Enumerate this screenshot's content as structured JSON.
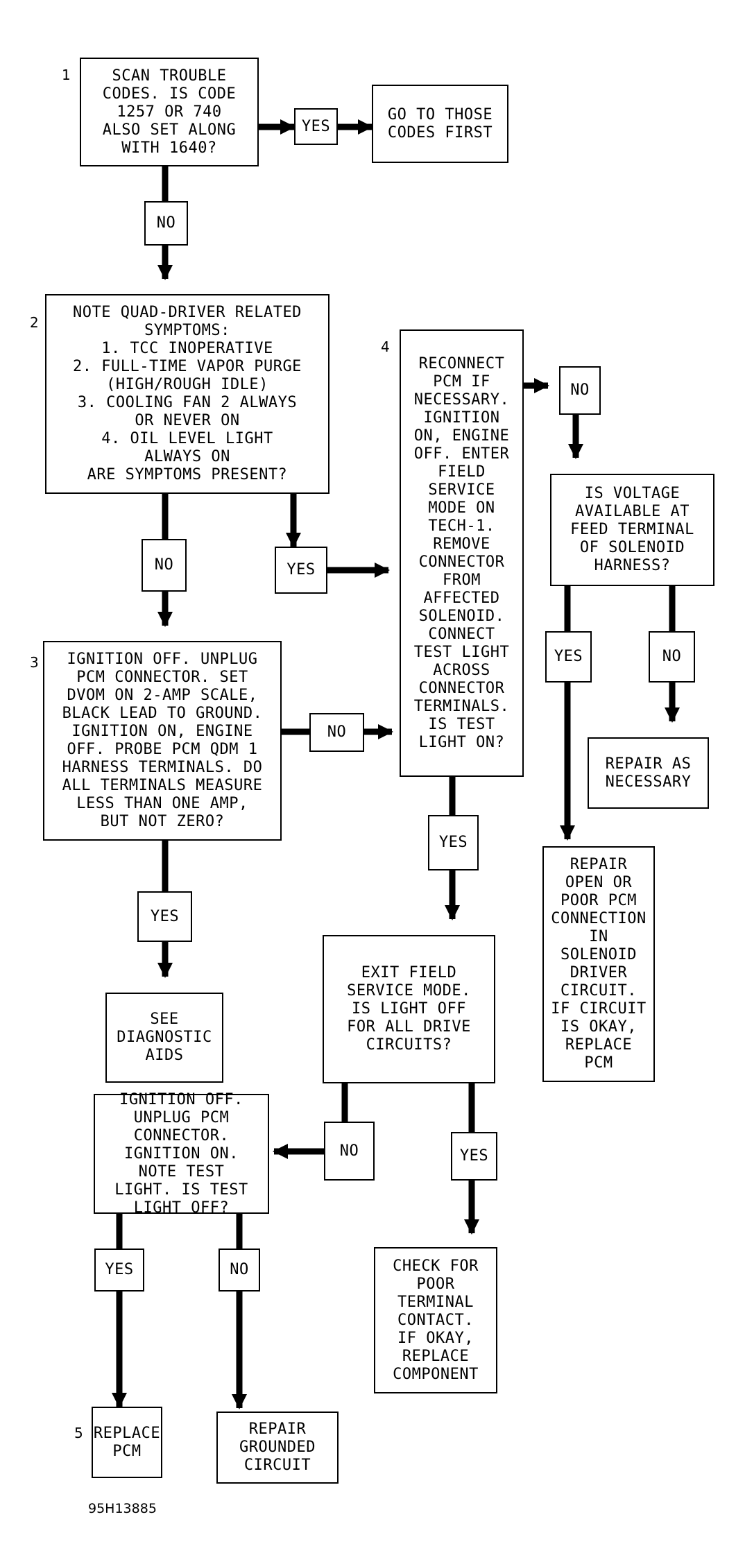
{
  "step_numbers": {
    "s1": "1",
    "s2": "2",
    "s3": "3",
    "s4": "4",
    "s5": "5"
  },
  "boxes": {
    "step1": "SCAN TROUBLE\nCODES. IS CODE\n1257 OR 740\nALSO SET ALONG\nWITH 1640?",
    "yes_1": "YES",
    "go_codes": "GO TO THOSE\nCODES FIRST",
    "no_1": "NO",
    "step2": "NOTE QUAD-DRIVER RELATED\nSYMPTOMS:\n1. TCC INOPERATIVE\n2. FULL-TIME VAPOR PURGE\n(HIGH/ROUGH IDLE)\n3. COOLING FAN 2 ALWAYS\nOR NEVER ON\n4. OIL LEVEL LIGHT\nALWAYS ON\nARE SYMPTOMS PRESENT?",
    "no_2": "NO",
    "yes_2": "YES",
    "step3": "IGNITION OFF. UNPLUG\nPCM CONNECTOR. SET\nDVOM ON 2-AMP SCALE,\nBLACK LEAD TO GROUND.\nIGNITION ON, ENGINE\nOFF. PROBE PCM QDM 1\nHARNESS TERMINALS. DO\nALL TERMINALS MEASURE\nLESS THAN ONE AMP,\nBUT NOT ZERO?",
    "no_3": "NO",
    "yes_3": "YES",
    "see_aids": "SEE\nDIAGNOSTIC\nAIDS",
    "step4": "RECONNECT\nPCM IF\nNECESSARY.\nIGNITION\nON, ENGINE\nOFF. ENTER\nFIELD\nSERVICE\nMODE ON\nTECH-1.\nREMOVE\nCONNECTOR\nFROM\nAFFECTED\nSOLENOID.\nCONNECT\nTEST LIGHT\nACROSS\nCONNECTOR\nTERMINALS.\nIS TEST\nLIGHT ON?",
    "no_4": "NO",
    "voltage": "IS VOLTAGE\nAVAILABLE AT\nFEED TERMINAL\nOF SOLENOID\nHARNESS?",
    "yes_v": "YES",
    "no_v": "NO",
    "repair_nec": "REPAIR AS\nNECESSARY",
    "repair_open": "REPAIR\nOPEN OR\nPOOR PCM\nCONNECTION\nIN\nSOLENOID\nDRIVER\nCIRCUIT.\nIF CIRCUIT\nIS OKAY,\nREPLACE\nPCM",
    "yes_4": "YES",
    "exit_field": "EXIT FIELD\nSERVICE MODE.\nIS LIGHT OFF\nFOR ALL DRIVE\nCIRCUITS?",
    "no_e": "NO",
    "yes_e": "YES",
    "ign_off": "IGNITION OFF.\nUNPLUG PCM\nCONNECTOR.\nIGNITION ON.\nNOTE TEST\nLIGHT. IS TEST\nLIGHT OFF?",
    "check_poor": "CHECK FOR\nPOOR\nTERMINAL\nCONTACT.\nIF OKAY,\nREPLACE\nCOMPONENT",
    "yes_i": "YES",
    "no_i": "NO",
    "replace_pcm": "REPLACE\nPCM",
    "repair_ground": "REPAIR\nGROUNDED\nCIRCUIT"
  },
  "figure_id": "95H13885"
}
